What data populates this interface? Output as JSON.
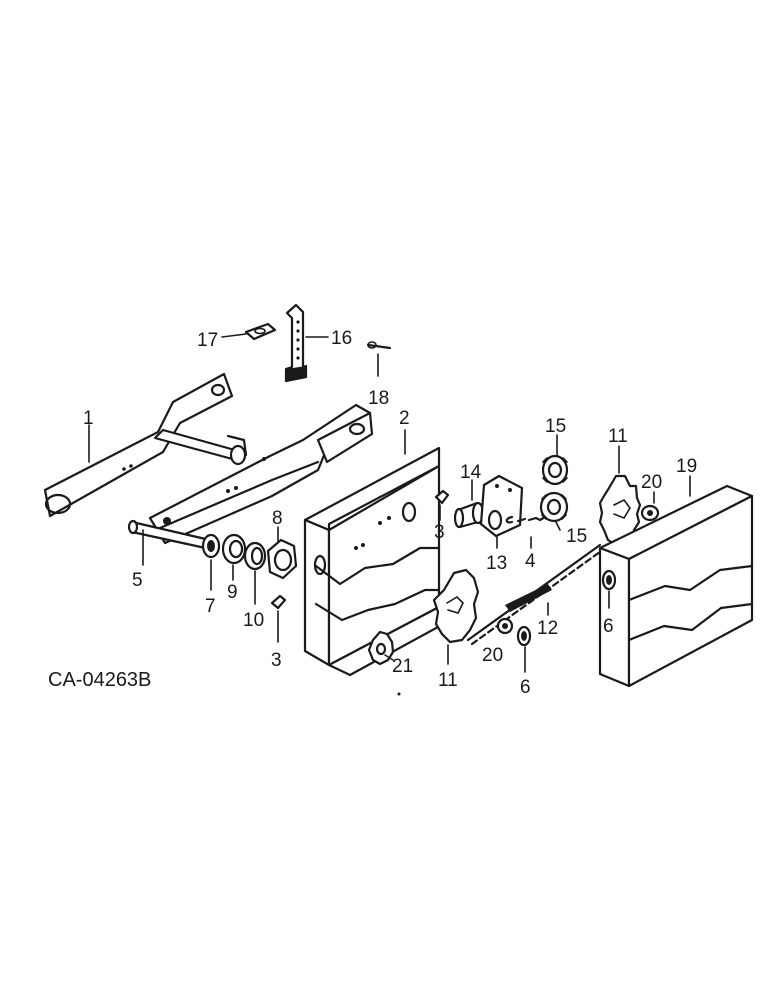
{
  "diagram": {
    "reference_code": "CA-04263B",
    "callouts": {
      "c1": "1",
      "c2": "2",
      "c3a": "3",
      "c3b": "3",
      "c4": "4",
      "c5": "5",
      "c6a": "6",
      "c6b": "6",
      "c7": "7",
      "c8": "8",
      "c9": "9",
      "c10": "10",
      "c11a": "11",
      "c11b": "11",
      "c12": "12",
      "c13": "13",
      "c14": "14",
      "c15a": "15",
      "c15b": "15",
      "c16": "16",
      "c17": "17",
      "c18": "18",
      "c19": "19",
      "c20a": "20",
      "c20b": "20",
      "c21": "21"
    }
  }
}
